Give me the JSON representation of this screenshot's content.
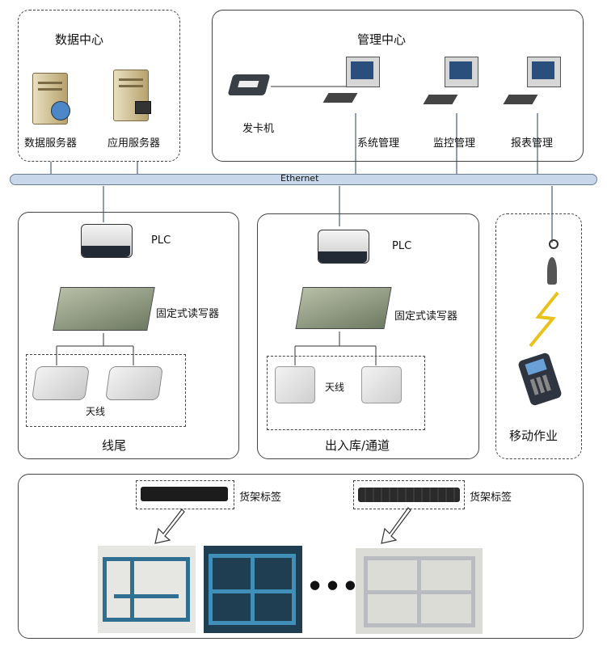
{
  "data_center": {
    "title": "数据中心",
    "db_server": "数据服务器",
    "app_server": "应用服务器"
  },
  "mgmt_center": {
    "title": "管理中心",
    "card_issuer": "发卡机",
    "system_mgmt": "系统管理",
    "monitor_mgmt": "监控管理",
    "report_mgmt": "报表管理"
  },
  "bus": {
    "label": "Ethernet"
  },
  "line_tail": {
    "title": "线尾",
    "plc": "PLC",
    "reader": "固定式读写器",
    "antenna": "天线"
  },
  "entry_exit": {
    "title": "出入库/通道",
    "plc": "PLC",
    "reader": "固定式读写器",
    "antenna": "天线"
  },
  "mobile": {
    "title": "移动作业"
  },
  "racks": {
    "tag_left": "货架标签",
    "tag_right": "货架标签",
    "ellipsis": "● ● ●"
  },
  "colors": {
    "bus": "#c8d8ea",
    "line": "#6b7d92",
    "server": "#c9b98a",
    "device": "#333a44"
  }
}
